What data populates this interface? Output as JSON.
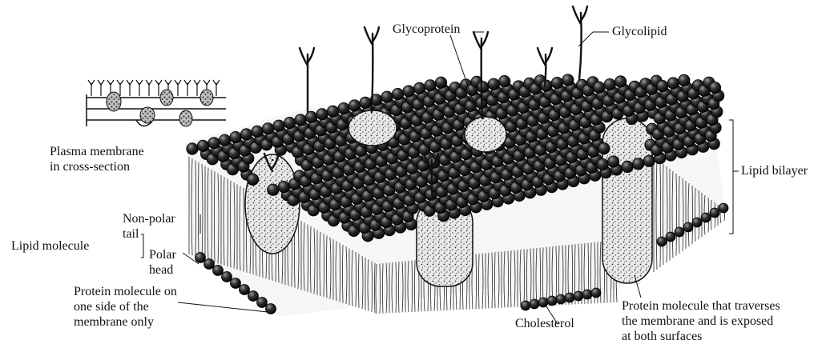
{
  "labels": {
    "glycoprotein": "Glycoprotein",
    "glycolipid": "Glycolipid",
    "plasma_membrane": "Plasma membrane\nin cross-section",
    "lipid_bilayer": "Lipid bilayer",
    "non_polar_tail": "Non-polar\ntail",
    "lipid_molecule": "Lipid molecule",
    "polar_head": "Polar\nhead",
    "protein_one_side": "Protein molecule on\none side of the\nmembrane only",
    "cholesterol": "Cholesterol",
    "protein_traverses": "Protein molecule that traverses\nthe membrane and is exposed\nat both surfaces"
  }
}
